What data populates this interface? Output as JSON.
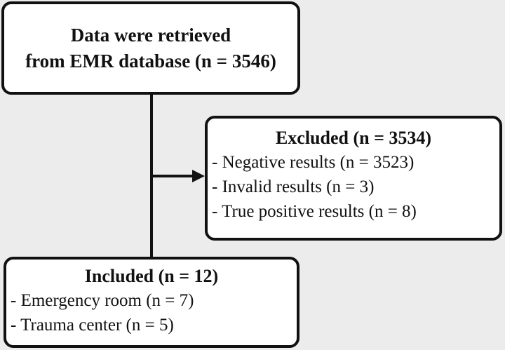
{
  "retrieved": {
    "lines": [
      "Data were retrieved",
      "from EMR database (n = 3546)"
    ]
  },
  "excluded": {
    "heading": "Excluded (n = 3534)",
    "items": [
      "- Negative results (n = 3523)",
      "- Invalid results (n = 3)",
      "- True positive results (n = 8)"
    ]
  },
  "included": {
    "heading": "Included (n = 12)",
    "items": [
      "- Emergency room (n = 7)",
      "- Trauma center (n = 5)"
    ]
  },
  "colors": {
    "background": "#ececec",
    "box_fill": "#ffffff",
    "stroke": "#111111"
  },
  "icons": {
    "arrow": "arrow-right-icon"
  }
}
